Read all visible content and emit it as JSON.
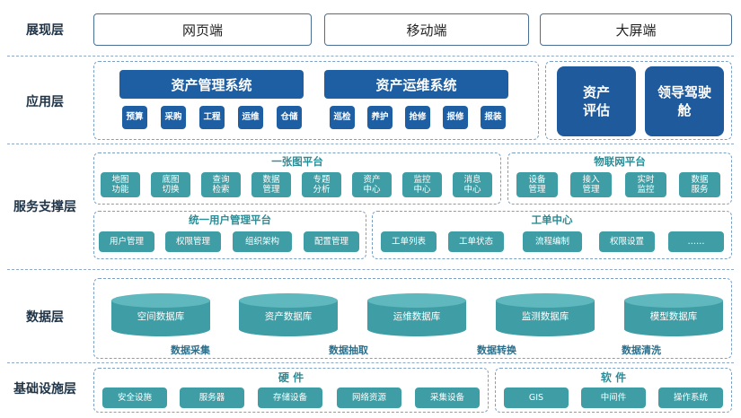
{
  "layers": {
    "presentation": "展现层",
    "application": "应用层",
    "service": "服务支撑层",
    "data": "数据层",
    "infrastructure": "基础设施层"
  },
  "presentation": {
    "web": "网页端",
    "mobile": "移动端",
    "bigscreen": "大屏端"
  },
  "application": {
    "asset_mgmt": {
      "title": "资产管理系统",
      "items": [
        "预算",
        "采购",
        "工程",
        "运维",
        "仓储"
      ]
    },
    "asset_ops": {
      "title": "资产运维系统",
      "items": [
        "巡检",
        "养护",
        "抢修",
        "报修",
        "报装"
      ]
    },
    "asset_eval": "资产评估",
    "leader_cockpit": "领导驾驶舱"
  },
  "service": {
    "one_map": {
      "title": "一张图平台",
      "items": [
        "地图功能",
        "底图切换",
        "查询检索",
        "数据管理",
        "专题分析",
        "资产中心",
        "监控中心",
        "消息中心"
      ]
    },
    "iot": {
      "title": "物联网平台",
      "items": [
        "设备管理",
        "接入管理",
        "实时监控",
        "数据服务"
      ]
    },
    "user_mgmt": {
      "title": "统一用户管理平台",
      "items": [
        "用户管理",
        "权限管理",
        "组织架构",
        "配置管理"
      ]
    },
    "work_order": {
      "title": "工单中心",
      "items": [
        "工单列表",
        "工单状态",
        "流程编制",
        "权限设置",
        "……"
      ]
    }
  },
  "data": {
    "databases": [
      "空间数据库",
      "资产数据库",
      "运维数据库",
      "监测数据库",
      "模型数据库"
    ],
    "flows": [
      "数据采集",
      "数据抽取",
      "数据转换",
      "数据清洗"
    ]
  },
  "infrastructure": {
    "hardware": {
      "title": "硬 件",
      "items": [
        "安全设施",
        "服务器",
        "存储设备",
        "网络资源",
        "采集设备"
      ]
    },
    "software": {
      "title": "软 件",
      "items": [
        "GIS",
        "中间件",
        "操作系统"
      ]
    }
  }
}
